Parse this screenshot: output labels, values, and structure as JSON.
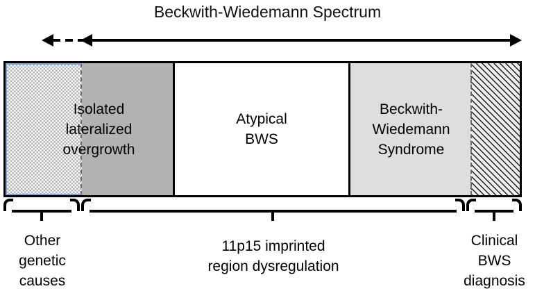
{
  "diagram": {
    "title": "Beckwith-Wiedemann Spectrum",
    "type": "spectrum-bar-diagram"
  },
  "arrow": {
    "name": "spectrum-range-arrow",
    "style": "double-headed",
    "left_portion": "dashed",
    "right_portion": "solid"
  },
  "segments": [
    {
      "id": "isolated-lateralized-overgrowth",
      "label": "Isolated\nlateralized\novergrowth",
      "line1": "Isolated",
      "line2": "lateralized",
      "line3": "overgrowth",
      "fill": "#b2b2b2",
      "pattern": "checkered",
      "pattern_fill": "#b4b4b4"
    },
    {
      "id": "atypical-bws",
      "label": "Atypical\nBWS",
      "line1": "Atypical",
      "line2": "BWS",
      "fill": "#ffffff",
      "pattern": "none"
    },
    {
      "id": "beckwith-wiedemann-syndrome",
      "label": "Beckwith-\nWiedemann\nSyndrome",
      "line1": "Beckwith-",
      "line2": "Wiedemann",
      "line3": "Syndrome",
      "fill": "#dedede",
      "pattern": "diagonal-hatch",
      "pattern_fill": "#ededed"
    }
  ],
  "braces": [
    {
      "id": "other-genetic-causes",
      "label": "Other\ngenetic\ncauses",
      "line1": "Other",
      "line2": "genetic",
      "line3": "causes"
    },
    {
      "id": "11p15-imprinted-region-dysregulation",
      "label": "11p15 imprinted\nregion dysregulation",
      "line1": "11p15 imprinted",
      "line2": "region dysregulation"
    },
    {
      "id": "clinical-bws-diagnosis",
      "label": "Clinical\nBWS\ndiagnosis",
      "line1": "Clinical",
      "line2": "BWS",
      "line3": "diagnosis"
    }
  ],
  "colors": {
    "outline": "#000000",
    "mid_gray": "#b2b2b2",
    "light_gray": "#dedede",
    "checker_border": "#7ba2cc",
    "dashed_divider": "#6a6a6a",
    "background": "#ffffff"
  }
}
